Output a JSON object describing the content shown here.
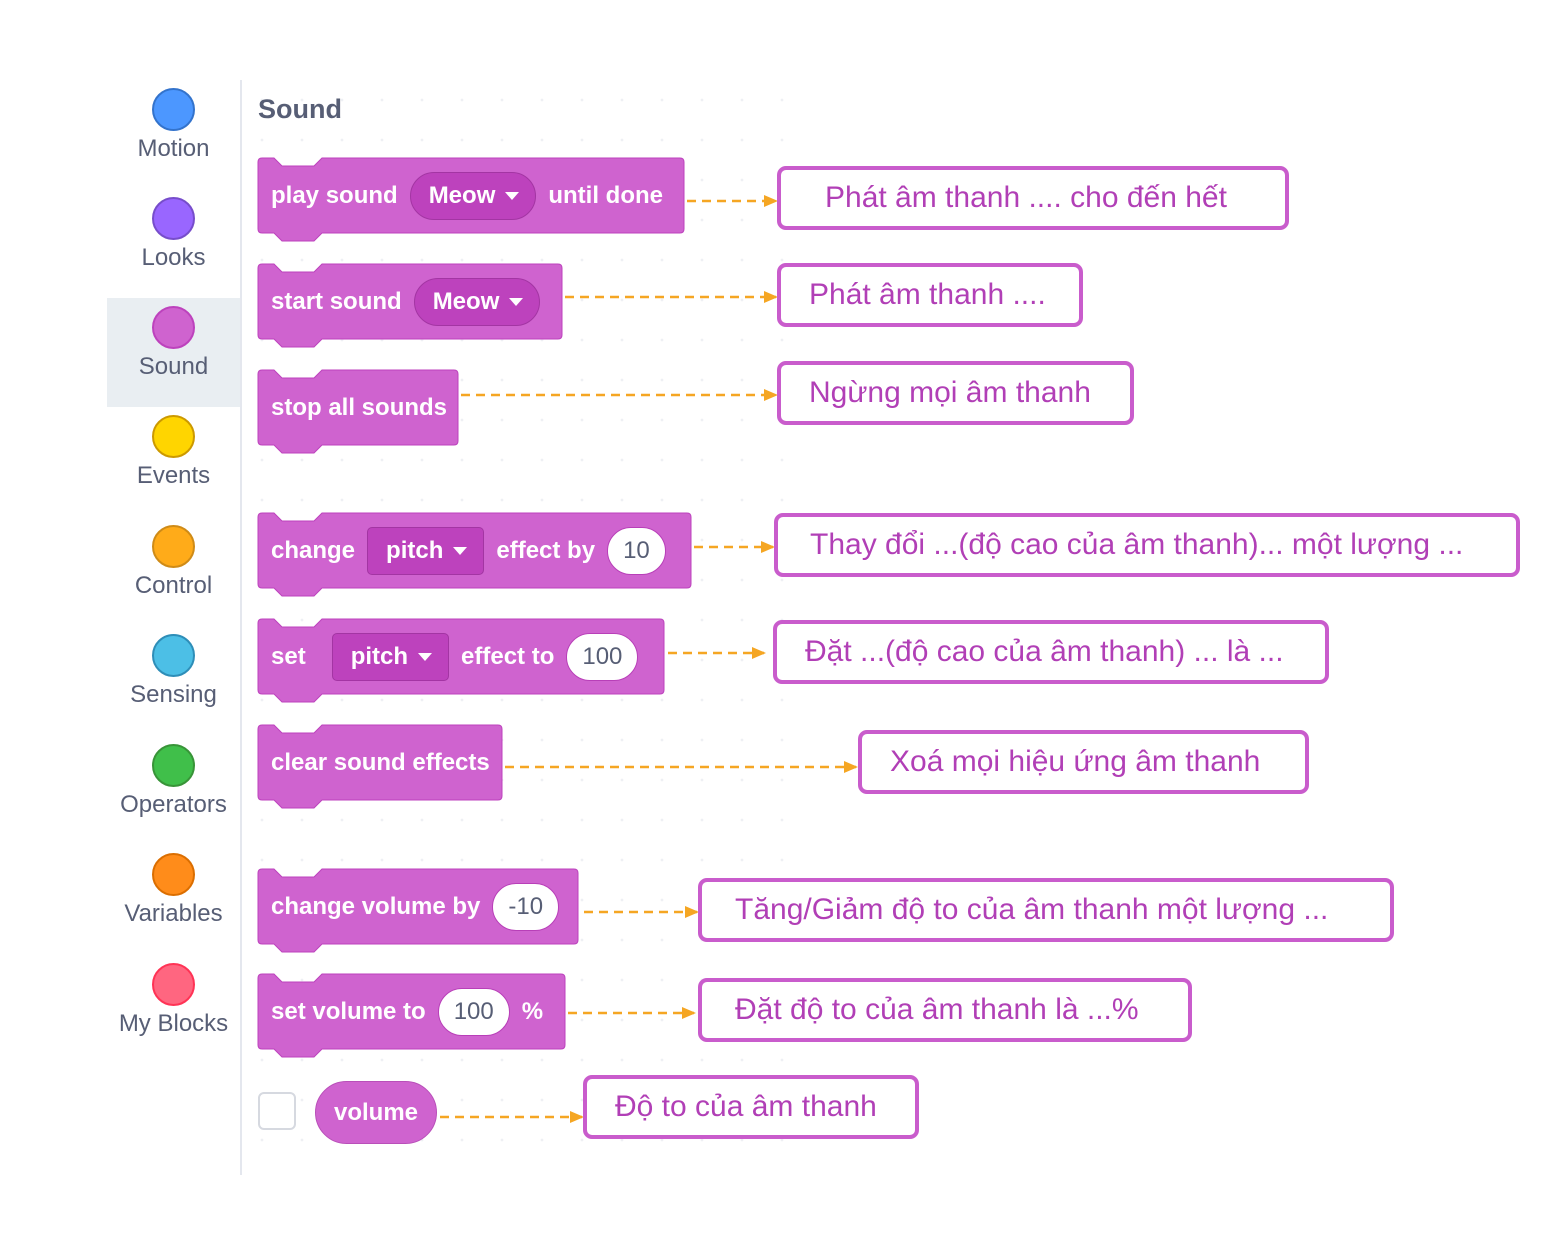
{
  "sidebar": {
    "categories": [
      {
        "label": "Motion",
        "color": "#4c97ff",
        "selected": false
      },
      {
        "label": "Looks",
        "color": "#9966ff",
        "selected": false
      },
      {
        "label": "Sound",
        "color": "#cf63cf",
        "selected": true
      },
      {
        "label": "Events",
        "color": "#ffd500",
        "selected": false
      },
      {
        "label": "Control",
        "color": "#ffab19",
        "selected": false
      },
      {
        "label": "Sensing",
        "color": "#4cbfe6",
        "selected": false
      },
      {
        "label": "Operators",
        "color": "#40bf4a",
        "selected": false
      },
      {
        "label": "Variables",
        "color": "#ff8c1a",
        "selected": false
      },
      {
        "label": "My Blocks",
        "color": "#ff6680",
        "selected": false
      }
    ]
  },
  "palette": {
    "title": "Sound",
    "block_color": "#cf63cf",
    "blocks": {
      "play_sound": {
        "text1": "play sound",
        "dropdown": "Meow",
        "text2": "until done"
      },
      "start_sound": {
        "text1": "start sound",
        "dropdown": "Meow"
      },
      "stop_all": {
        "text1": "stop all sounds"
      },
      "change_effect": {
        "text1": "change",
        "dropdown": "pitch",
        "text2": "effect by",
        "value": "10"
      },
      "set_effect": {
        "text1": "set",
        "dropdown": "pitch",
        "text2": "effect to",
        "value": "100"
      },
      "clear_effects": {
        "text1": "clear sound effects"
      },
      "change_volume": {
        "text1": "change volume by",
        "value": "-10"
      },
      "set_volume": {
        "text1": "set volume to",
        "value": "100",
        "text2": "%"
      },
      "volume_reporter": {
        "text1": "volume",
        "checked": false
      }
    }
  },
  "annotations": {
    "arrow_color": "#f5a623",
    "box_color": "#c95ccc",
    "items": [
      "Phát âm thanh .... cho đến hết",
      "Phát âm thanh ....",
      "Ngừng mọi âm thanh",
      "Thay đổi ...(độ cao của âm thanh)... một lượng ...",
      "Đặt ...(độ cao của âm thanh) ... là ...",
      "Xoá mọi hiệu ứng âm thanh",
      "Tăng/Giảm độ to của âm thanh một lượng ...",
      "Đặt độ to của âm thanh là ...%",
      "Độ to của âm thanh"
    ]
  }
}
